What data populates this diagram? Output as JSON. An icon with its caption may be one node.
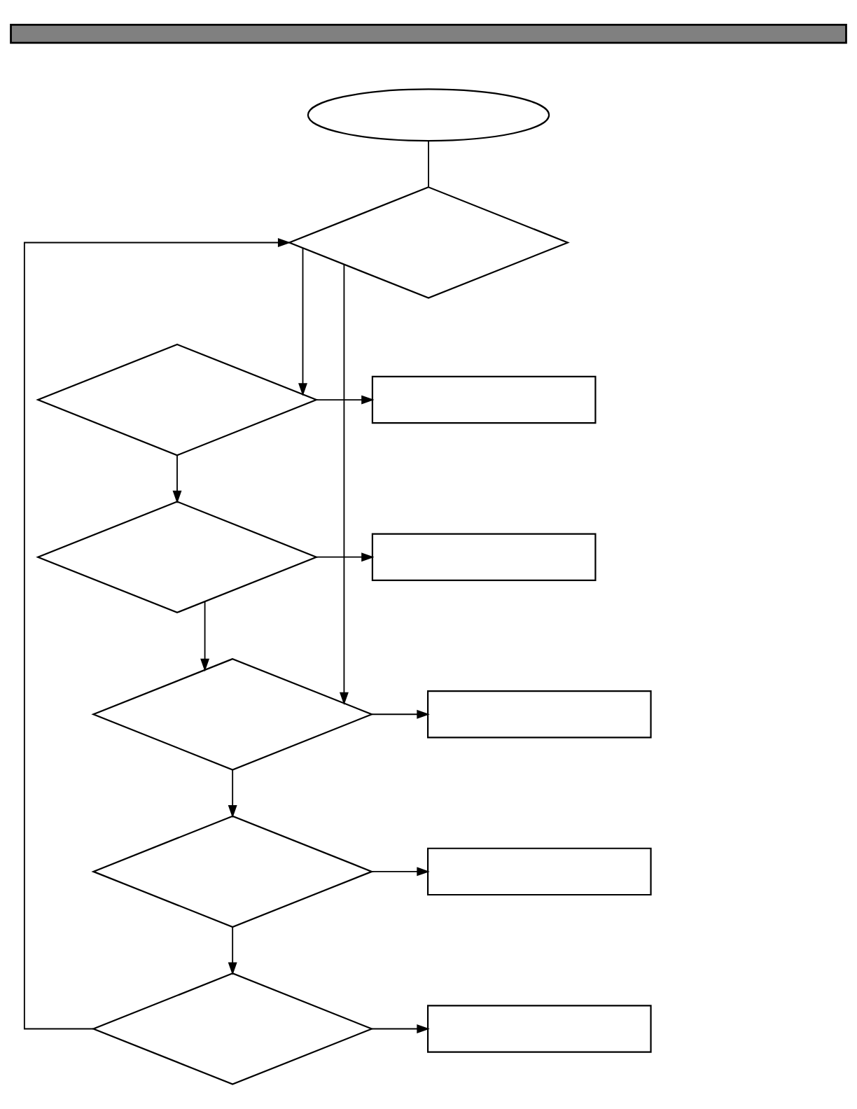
{
  "diagram": {
    "nodes": [
      {
        "text": [],
        "shape": "bar"
      },
      {
        "text": [],
        "shape": "oval"
      },
      {
        "text": [],
        "shape": "diamond"
      },
      {
        "text": [],
        "shape": "diamond"
      },
      {
        "text": [],
        "shape": "box"
      },
      {
        "text": [],
        "shape": "diamond"
      },
      {
        "text": [],
        "shape": "box"
      },
      {
        "text": [],
        "shape": "diamond"
      },
      {
        "text": [],
        "shape": "box"
      },
      {
        "text": [],
        "shape": "diamond"
      },
      {
        "text": [],
        "shape": "box"
      },
      {
        "text": [],
        "shape": "diamond"
      },
      {
        "text": [],
        "shape": "box"
      }
    ],
    "edges": [
      {
        "from": 1,
        "to": 2,
        "arrow": "none"
      },
      {
        "from": 2,
        "to": 3,
        "arrow": "to"
      },
      {
        "from": 3,
        "to": 4,
        "arrow": "to"
      },
      {
        "from": 3,
        "to": 5,
        "arrow": "to"
      },
      {
        "from": 5,
        "to": 6,
        "arrow": "to"
      },
      {
        "from": 5,
        "to": 7,
        "arrow": "to"
      },
      {
        "from": 2,
        "to": 7,
        "arrow": "to"
      },
      {
        "from": 7,
        "to": 8,
        "arrow": "to"
      },
      {
        "from": 7,
        "to": 9,
        "arrow": "to"
      },
      {
        "from": 9,
        "to": 10,
        "arrow": "to"
      },
      {
        "from": 9,
        "to": 11,
        "arrow": "to"
      },
      {
        "from": 11,
        "to": 12,
        "arrow": "to"
      },
      {
        "from": 11,
        "to": 2,
        "arrow": "to"
      }
    ]
  }
}
